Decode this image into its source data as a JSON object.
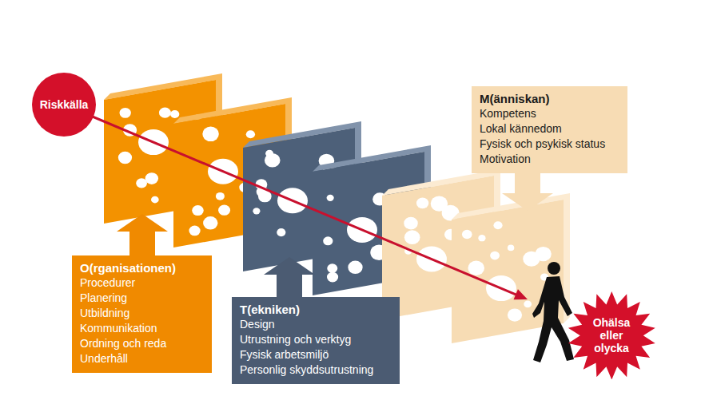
{
  "diagram": {
    "nodes": [
      {
        "text": [
          "Riskkälla"
        ]
      },
      {
        "text": [
          "O(rganisationen)",
          "Procedurer",
          "Planering",
          "Utbildning",
          "Kommunikation",
          "Ordning och reda",
          "Underhåll"
        ]
      },
      {
        "text": [
          "T(ekniken)",
          "Design",
          "Utrustning och verktyg",
          "Fysisk arbetsmiljö",
          "Personlig skyddsutrustning"
        ]
      },
      {
        "text": [
          "M(änniskan)",
          "Kompetens",
          "Lokal kännedom",
          "Fysisk och psykisk status",
          "Motivation"
        ]
      },
      {
        "text": [
          "Ohälsa eller olycka"
        ]
      }
    ]
  }
}
